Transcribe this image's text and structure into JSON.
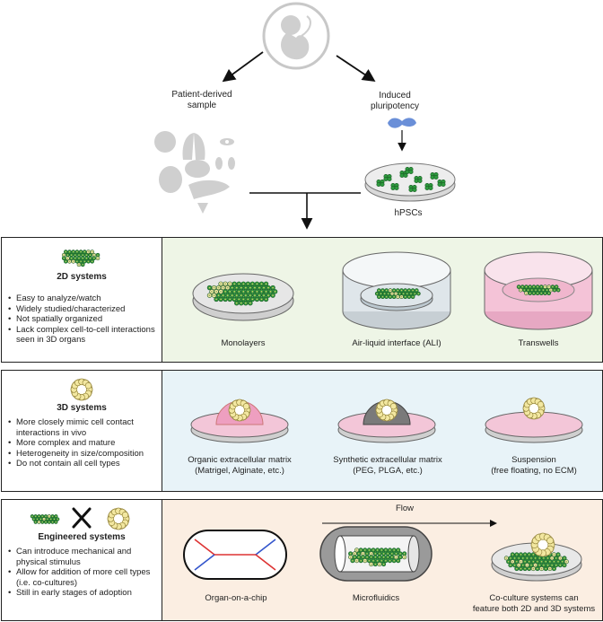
{
  "top": {
    "patient_label": [
      "Patient-derived",
      "sample"
    ],
    "ipsc_label": [
      "Induced",
      "pluripotency"
    ],
    "hpsc_label": "hPSCs"
  },
  "panel_2d": {
    "title": "2D systems",
    "bullets": [
      "Easy to analyze/watch",
      "Widely studied/characterized",
      "Not spatially organized",
      "Lack complex cell-to-cell interactions seen in 3D organs"
    ],
    "items": [
      {
        "label": "Monolayers"
      },
      {
        "label": "Air-liquid interface (ALI)"
      },
      {
        "label": "Transwells"
      }
    ]
  },
  "panel_3d": {
    "title": "3D systems",
    "bullets": [
      "More closely mimic cell contact interactions in vivo",
      "More complex and mature",
      "Heterogeneity in size/composition",
      "Do not contain all cell types"
    ],
    "items": [
      {
        "label1": "Organic extracellular matrix",
        "label2": "(Matrigel, Alginate, etc.)"
      },
      {
        "label1": "Synthetic extracellular matrix",
        "label2": "(PEG, PLGA, etc.)"
      },
      {
        "label1": "Suspension",
        "label2": "(free floating, no ECM)"
      }
    ]
  },
  "panel_eng": {
    "title": "Engineered systems",
    "bullets": [
      "Can introduce mechanical and physical stimulus",
      "Allow for addition of more cell types (i.e. co-cultures)",
      "Still in early stages of adoption"
    ],
    "flow_label": "Flow",
    "items": [
      {
        "label1": "Organ-on-a-chip",
        "label2": ""
      },
      {
        "label1": "Microfluidics",
        "label2": ""
      },
      {
        "label1": "Co-culture systems can",
        "label2": "feature both 2D and 3D systems"
      }
    ]
  },
  "colors": {
    "panel_2d_bg": "#eef5e6",
    "panel_3d_bg": "#e8f3f8",
    "panel_eng_bg": "#fbeee2",
    "cell_green": "#2e9a3e",
    "cell_yellow": "#f2e7a0",
    "pink": "#f4b8cf"
  }
}
